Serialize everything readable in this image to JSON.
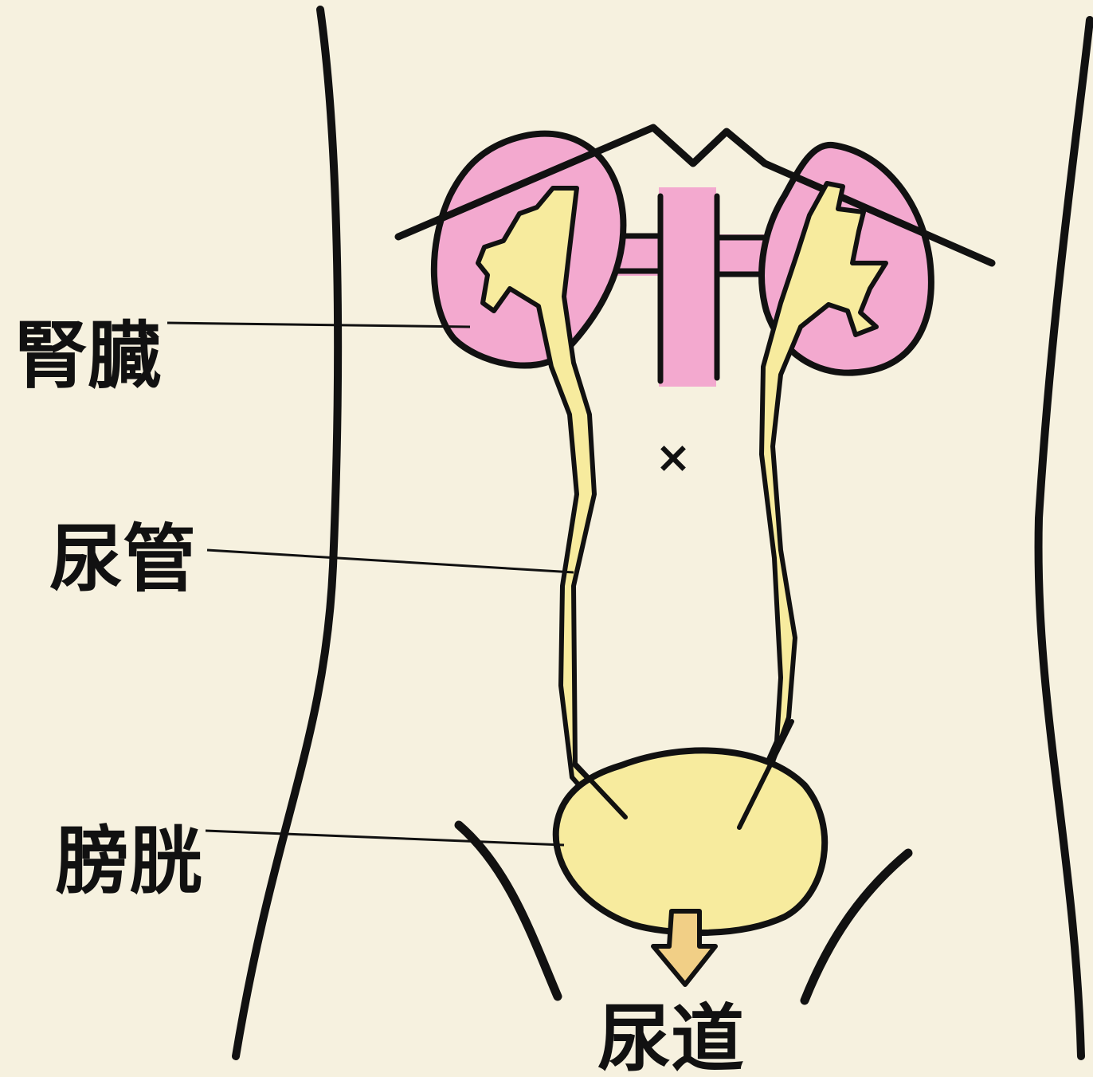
{
  "labels": {
    "kidney": "腎臓",
    "ureter": "尿管",
    "bladder": "膀胱",
    "urethra": "尿道",
    "navel_mark": "×"
  },
  "colors": {
    "background": "#f6f1df",
    "kidney_fill": "#f3a9cf",
    "urinary_tract_fill": "#f7eb9e",
    "vessel_fill": "#f3a9cf",
    "arrow_fill": "#f1cf86",
    "outline": "#111111"
  }
}
